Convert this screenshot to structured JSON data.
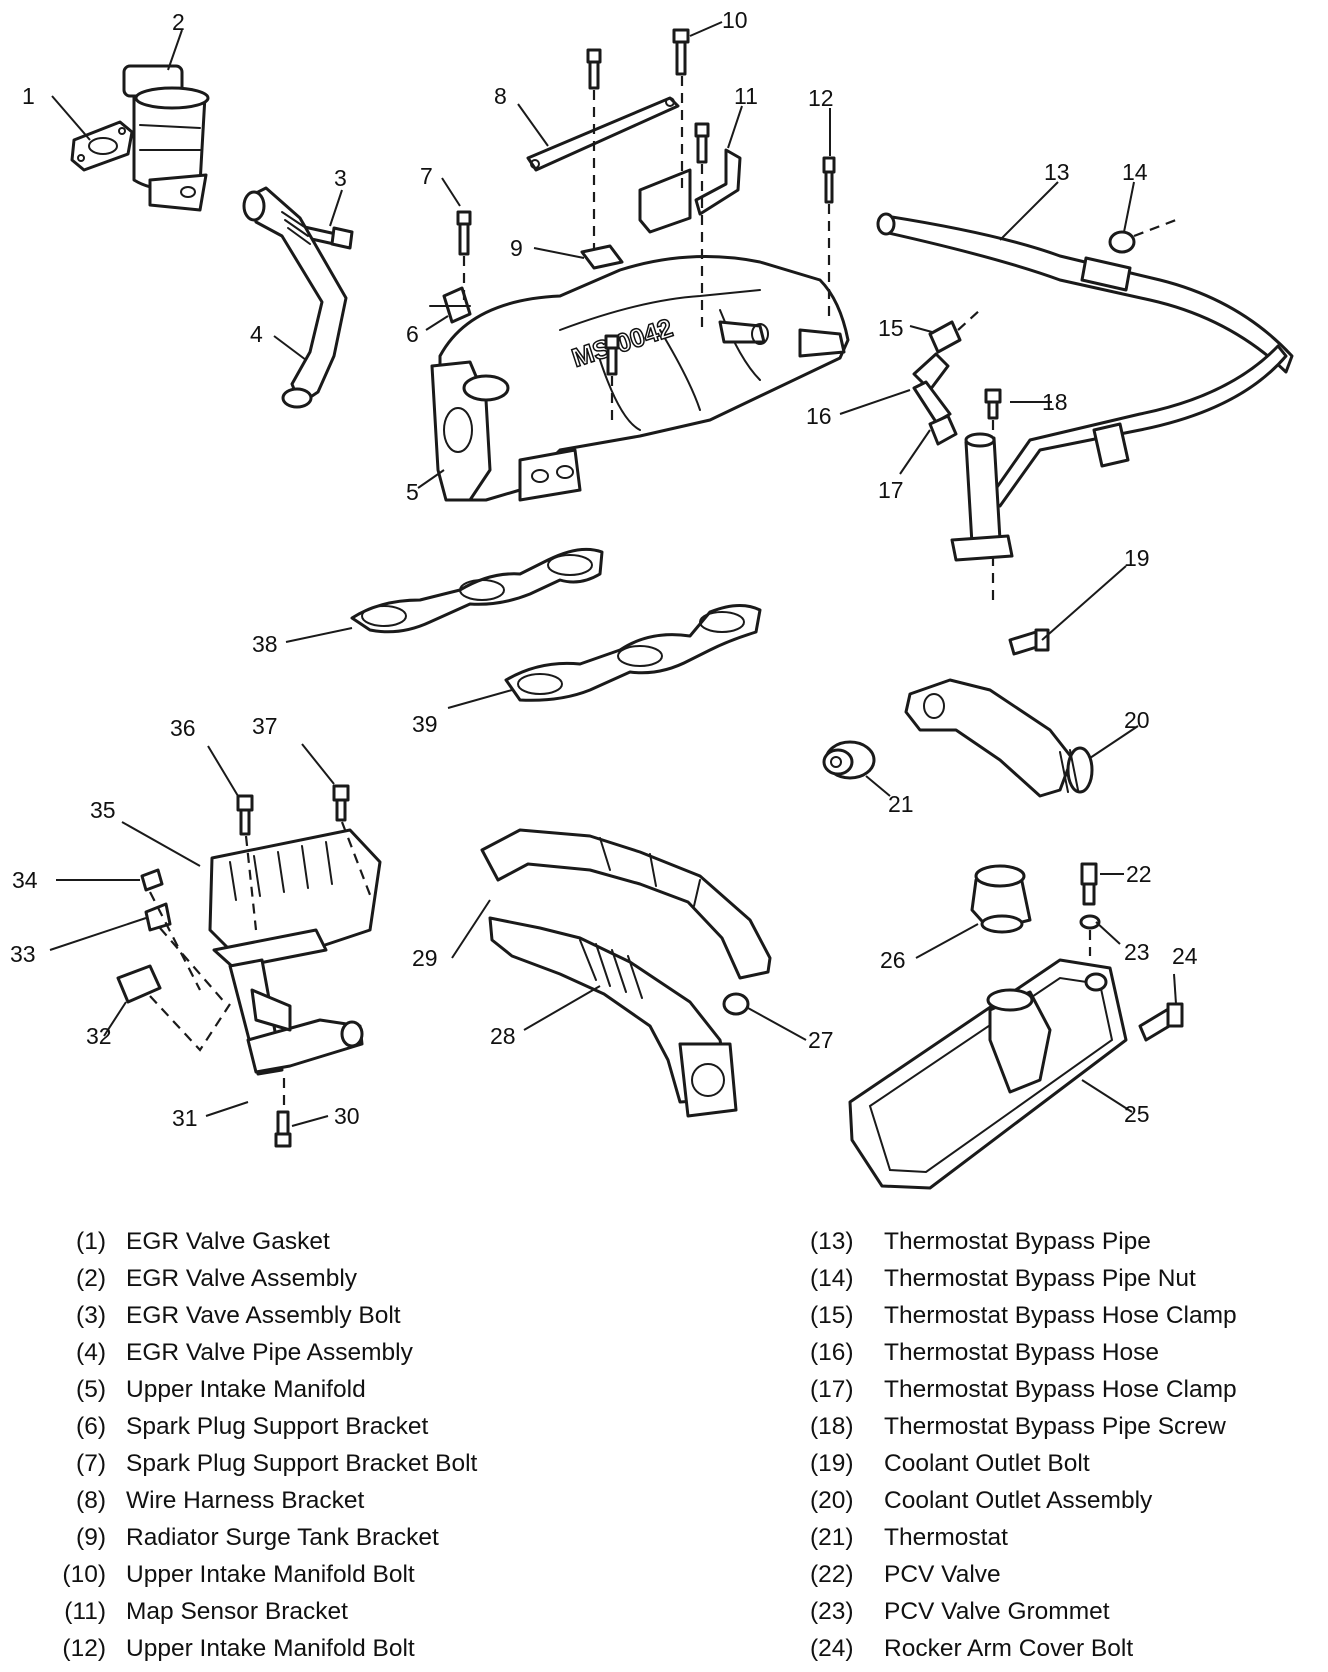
{
  "callouts": [
    "1",
    "2",
    "3",
    "4",
    "5",
    "6",
    "7",
    "8",
    "9",
    "10",
    "11",
    "12",
    "13",
    "14",
    "15",
    "16",
    "17",
    "18",
    "19",
    "20",
    "21",
    "22",
    "23",
    "24",
    "25",
    "26",
    "27",
    "28",
    "29",
    "30",
    "31",
    "32",
    "33",
    "34",
    "35",
    "36",
    "37",
    "38",
    "39"
  ],
  "legend": {
    "left": [
      {
        "num": "(1)",
        "text": "EGR Valve Gasket"
      },
      {
        "num": "(2)",
        "text": "EGR Valve Assembly"
      },
      {
        "num": "(3)",
        "text": "EGR Vave Assembly Bolt"
      },
      {
        "num": "(4)",
        "text": "EGR Valve Pipe Assembly"
      },
      {
        "num": "(5)",
        "text": "Upper Intake Manifold"
      },
      {
        "num": "(6)",
        "text": "Spark Plug Support Bracket"
      },
      {
        "num": "(7)",
        "text": "Spark Plug Support Bracket Bolt"
      },
      {
        "num": "(8)",
        "text": "Wire Harness Bracket"
      },
      {
        "num": "(9)",
        "text": "Radiator Surge Tank Bracket"
      },
      {
        "num": "(10)",
        "text": "Upper Intake Manifold Bolt"
      },
      {
        "num": "(11)",
        "text": "Map Sensor Bracket"
      },
      {
        "num": "(12)",
        "text": "Upper Intake Manifold Bolt"
      }
    ],
    "right": [
      {
        "num": "(13)",
        "text": "Thermostat Bypass Pipe"
      },
      {
        "num": "(14)",
        "text": "Thermostat Bypass Pipe Nut"
      },
      {
        "num": "(15)",
        "text": "Thermostat Bypass Hose Clamp"
      },
      {
        "num": "(16)",
        "text": "Thermostat Bypass Hose"
      },
      {
        "num": "(17)",
        "text": "Thermostat Bypass Hose Clamp"
      },
      {
        "num": "(18)",
        "text": "Thermostat Bypass Pipe Screw"
      },
      {
        "num": "(19)",
        "text": "Coolant Outlet Bolt"
      },
      {
        "num": "(20)",
        "text": "Coolant Outlet Assembly"
      },
      {
        "num": "(21)",
        "text": "Thermostat"
      },
      {
        "num": "(22)",
        "text": "PCV Valve"
      },
      {
        "num": "(23)",
        "text": "PCV Valve Grommet"
      },
      {
        "num": "(24)",
        "text": "Rocker Arm Cover Bolt"
      }
    ]
  }
}
